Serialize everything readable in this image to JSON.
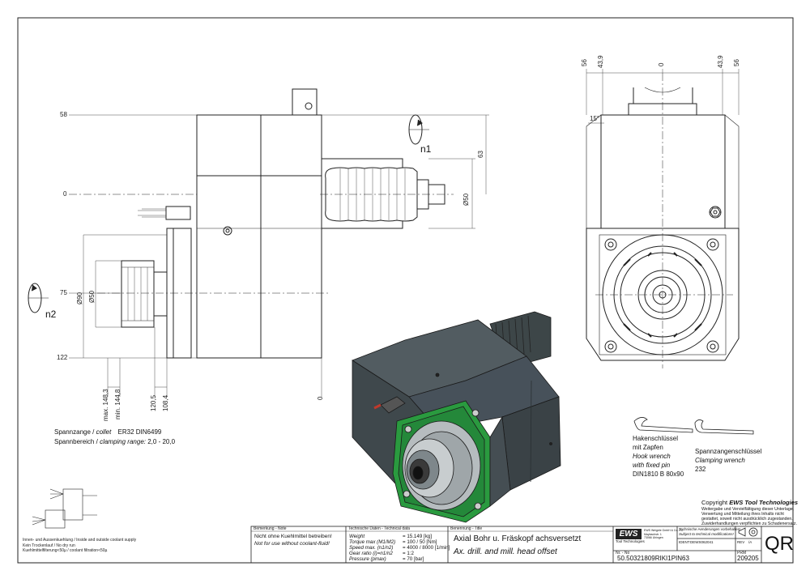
{
  "dimensions": {
    "d58": "58",
    "d0_left": "0",
    "d75": "75",
    "d122": "122",
    "d63": "63",
    "dia50_spindle": "Ø50",
    "dia90": "Ø90",
    "dia50_collet": "Ø50",
    "max148": "max. 148,3",
    "min144": "min. 144,8",
    "d120": "120,5",
    "d108": "108,4",
    "d0_bottom": "0",
    "top_56_left": "56",
    "top_43_left": "43,9",
    "top_0": "0",
    "top_43_right": "43,9",
    "top_56_right": "56",
    "angle15": "15°"
  },
  "rotation_labels": {
    "n1": "n1",
    "n2": "n2"
  },
  "collet_info": {
    "line1_de": "Spannzange /",
    "line1_en": "collet",
    "line1_spec": "ER32    DIN6499",
    "line2_de": "Spannbereich /",
    "line2_en": "clamping range:",
    "line2_spec": "2,0 - 20,0"
  },
  "hook_wrench": {
    "de1": "Hakenschlüssel",
    "de2": "mit Zapfen",
    "en1": "Hook wrench",
    "en2": "with fixed pin",
    "spec": "DIN1810  B  80x90"
  },
  "clamping_wrench": {
    "de": "Spannzangenschlüssel",
    "en": "Clamping wrench",
    "num": "232"
  },
  "coolant_notes": [
    "Innen- und Aussenkuehlung / Inside and outside coolant supply",
    "Kein Trockenlauf / No dry run",
    "Kuehlmittelfilterung<50µ / coolant filtration<50µ"
  ],
  "copyright": {
    "title_prefix": "Copyright",
    "brand": "EWS Tool Technologies",
    "lines": [
      "Weitergabe und Vervielfältigung dieser Unterlage,",
      "Verwertung und Mitteilung ihres Inhalts nicht",
      "gestattet, soweit nicht ausdrücklich zugestanden.",
      "Zuwiderhandlungen verpflichten zu Schadenersatz."
    ]
  },
  "title_block": {
    "note_header": "Bemerkung - Note",
    "note_de": "Nicht ohne Kuehlmittel betreiben!",
    "note_en": "Not for use without coolant-fluid!",
    "tech_header": "Technische Daten - Technical data",
    "tech_rows": [
      {
        "label": "Weight",
        "value": "=  15.149 [kg]"
      },
      {
        "label": "Torque max (M1/M2)",
        "value": "=  100 / 50 [Nm]"
      },
      {
        "label": "Speed max. (n1/n2)",
        "value": "=  4000 / 8000 [1/min]"
      },
      {
        "label": "Gear ratio  (i)=n1/n2",
        "value": "=  1:2"
      },
      {
        "label": "Pressure     (pmax)",
        "value": "=  70 [bar]"
      }
    ],
    "title_header": "Benennung - Title",
    "title_de": "Axial Bohr u. Fräskopf achsversetzt",
    "title_en": "Ax. drill. and mill. head offset",
    "logo": "EWS",
    "logo_sub": "Tool Technologies",
    "company_lines": [
      "EWS Weigele GmbH & Co. KG",
      "Maybachstr. 1",
      "73066 Uhingen"
    ],
    "changes_de": "Technische Aenderungen vorbehalten!",
    "changes_en": "Subject to technical modifications!",
    "ident_label": "IDENT",
    "ident_value": "DEWS062041",
    "rev_label": "REV",
    "rev_value": "/A",
    "no_label": "Nr. - No",
    "part_no": "50.50321809RIKI1PIN63",
    "proj_label": "PRM",
    "proj_value": "209205",
    "qr": "QR"
  }
}
